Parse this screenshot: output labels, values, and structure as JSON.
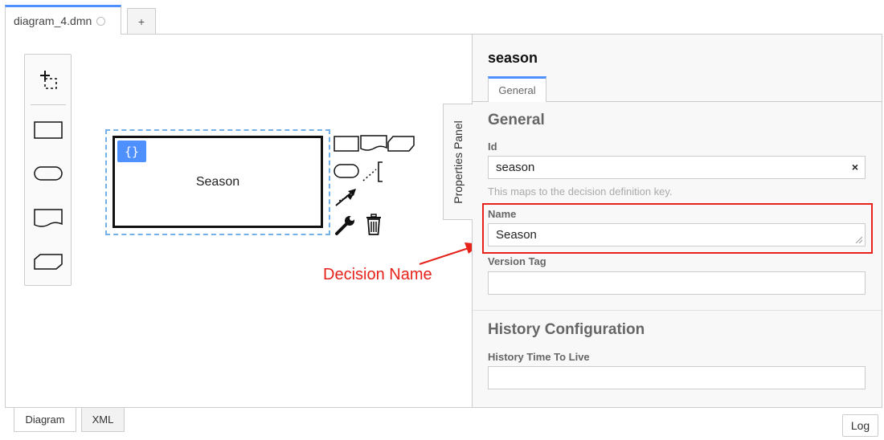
{
  "tabs": {
    "file_name": "diagram_4.dmn",
    "add_label": "+"
  },
  "palette": {
    "items": [
      "lasso-tool-icon",
      "decision-icon",
      "input-data-icon",
      "knowledge-source-icon",
      "business-knowledge-model-icon"
    ]
  },
  "diagram": {
    "decision_label": "Season",
    "decision_badge": "{}"
  },
  "annotation": {
    "label": "Decision Name",
    "color": "#e6221b"
  },
  "panel": {
    "toggle_label": "Properties Panel",
    "title": "season",
    "tab_general": "General",
    "group_general": "General",
    "id_label": "Id",
    "id_value": "season",
    "id_clear": "×",
    "id_hint": "This maps to the decision definition key.",
    "name_label": "Name",
    "name_value": "Season",
    "version_label": "Version Tag",
    "version_value": "",
    "group_history": "History Configuration",
    "ttl_label": "History Time To Live",
    "ttl_value": ""
  },
  "bottom": {
    "tab_diagram": "Diagram",
    "tab_xml": "XML",
    "log_label": "Log"
  },
  "colors": {
    "accent": "#4d90fe",
    "selection": "#73b0e8"
  }
}
